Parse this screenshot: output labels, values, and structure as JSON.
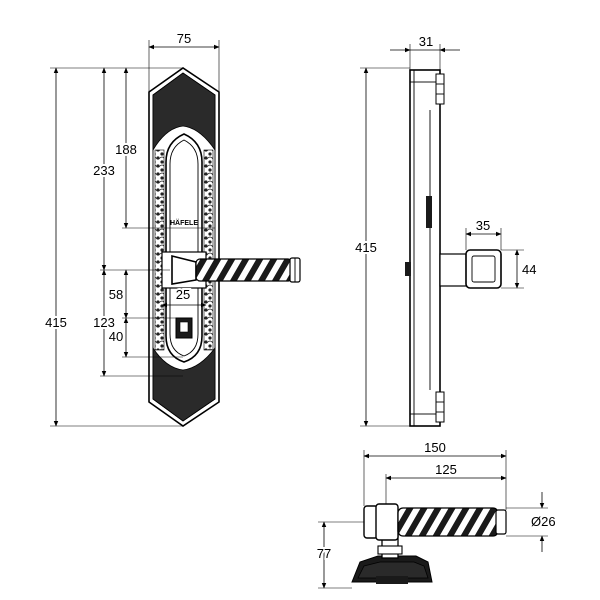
{
  "front_view": {
    "width": "75",
    "total_height": "415",
    "to_handle_top": "233",
    "to_cylinder_top": "188",
    "lower_offset": "123",
    "handle_offset": "58",
    "cylinder_offset": "40",
    "backset": "25",
    "brand": "HÄFELE"
  },
  "side_view": {
    "thickness": "31",
    "total_height": "415",
    "rose_width": "35",
    "rose_height": "44"
  },
  "top_view": {
    "total_length": "150",
    "grip_length": "125",
    "grip_diameter": "Ø26",
    "projection": "77"
  },
  "colors": {
    "line": "#000000",
    "fill": "#1a1a1a",
    "background": "#ffffff"
  }
}
